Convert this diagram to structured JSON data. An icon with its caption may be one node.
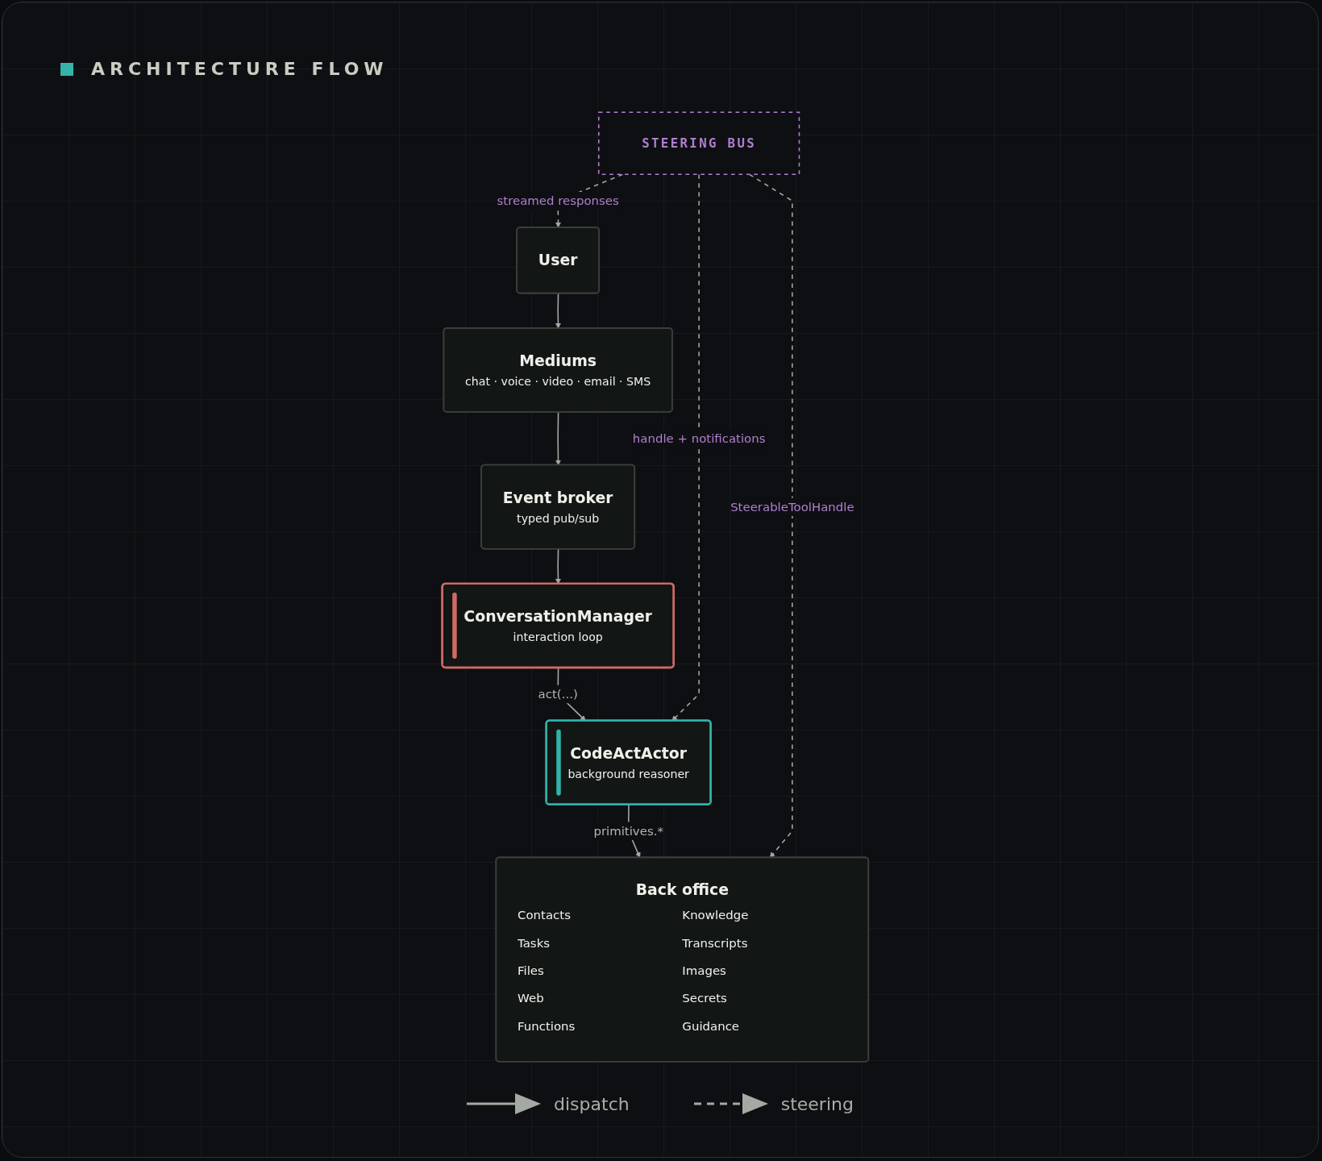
{
  "diagram": {
    "title": "ARCHITECTURE FLOW",
    "nodes": [
      {
        "text": [
          "STEERING BUS"
        ]
      },
      {
        "text": [
          "User"
        ]
      },
      {
        "text": [
          "Mediums",
          "chat · voice · video · email · SMS"
        ]
      },
      {
        "text": [
          "Event broker",
          "typed pub/sub"
        ]
      },
      {
        "text": [
          "ConversationManager",
          "interaction loop"
        ]
      },
      {
        "text": [
          "CodeActActor",
          "background reasoner"
        ]
      },
      {
        "text": [
          "Back office",
          "Contacts",
          "Tasks",
          "Files",
          "Web",
          "Functions",
          "Knowledge",
          "Transcripts",
          "Images",
          "Secrets",
          "Guidance"
        ]
      }
    ],
    "edges": [
      {
        "from": 0,
        "to": 1,
        "arrow": "to",
        "label": "streamed responses",
        "style": "dashed"
      },
      {
        "from": 1,
        "to": 2,
        "arrow": "to"
      },
      {
        "from": 2,
        "to": 3,
        "arrow": "to"
      },
      {
        "from": 3,
        "to": 4,
        "arrow": "to"
      },
      {
        "from": 4,
        "to": 5,
        "arrow": "to",
        "label": "act(...)"
      },
      {
        "from": 5,
        "to": 6,
        "arrow": "to",
        "label": "primitives.*"
      },
      {
        "from": 0,
        "to": 5,
        "arrow": "to",
        "label": "handle + notifications",
        "style": "dashed"
      },
      {
        "from": 0,
        "to": 6,
        "arrow": "to",
        "label": "SteerableToolHandle",
        "style": "dashed"
      }
    ],
    "legend": [
      {
        "text": "dispatch"
      },
      {
        "text": "steering"
      }
    ]
  }
}
